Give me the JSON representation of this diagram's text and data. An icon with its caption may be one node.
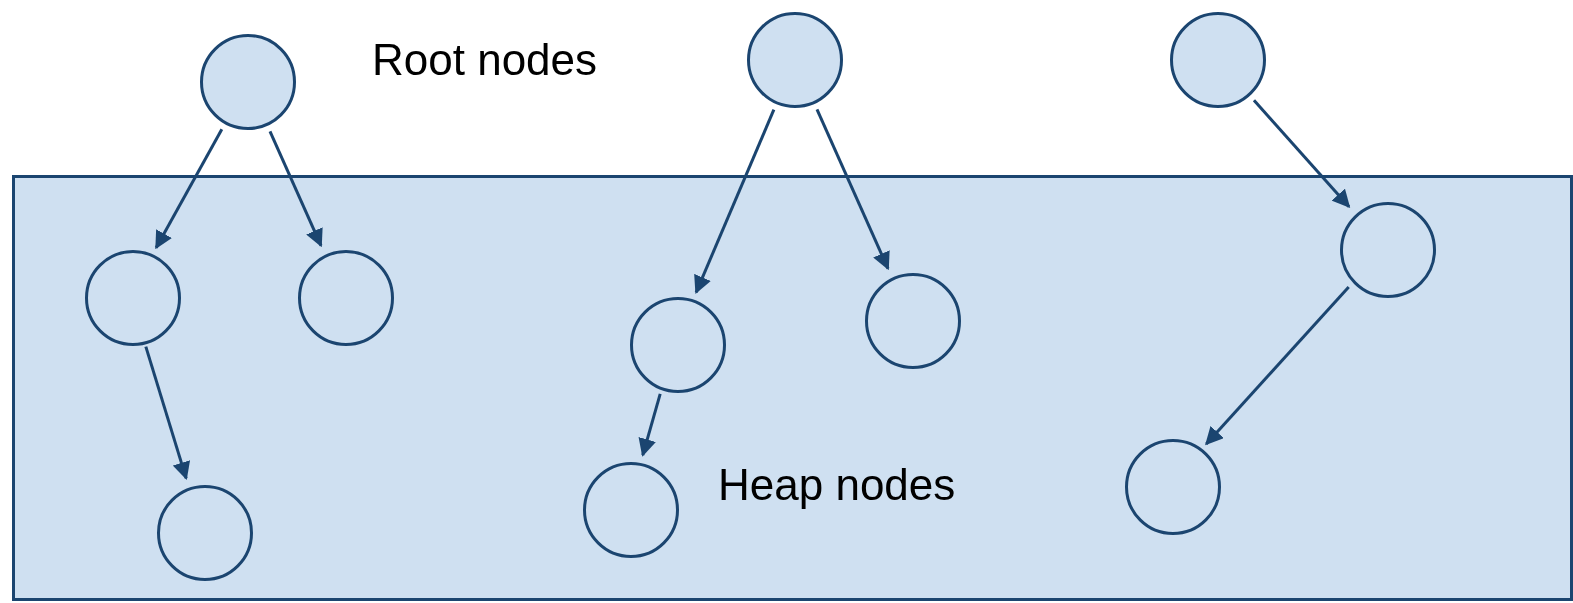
{
  "diagram": {
    "nodes": [
      {
        "text": [],
        "shape": "circle"
      },
      {
        "text": [],
        "shape": "circle"
      },
      {
        "text": [],
        "shape": "circle"
      },
      {
        "text": [
          "Heap nodes"
        ]
      },
      {
        "text": [],
        "shape": "circle",
        "in": 3
      },
      {
        "text": [],
        "shape": "circle",
        "in": 3
      },
      {
        "text": [],
        "shape": "circle",
        "in": 3
      },
      {
        "text": [],
        "shape": "circle",
        "in": 3
      },
      {
        "text": [],
        "shape": "circle",
        "in": 3
      },
      {
        "text": [],
        "shape": "circle",
        "in": 3
      },
      {
        "text": [],
        "shape": "circle",
        "in": 3
      },
      {
        "text": [],
        "shape": "circle",
        "in": 3
      }
    ],
    "edges": [
      {
        "from": 0,
        "to": 4,
        "arrow": "to"
      },
      {
        "from": 0,
        "to": 5,
        "arrow": "to"
      },
      {
        "from": 4,
        "to": 6,
        "arrow": "to"
      },
      {
        "from": 1,
        "to": 7,
        "arrow": "to"
      },
      {
        "from": 1,
        "to": 8,
        "arrow": "to"
      },
      {
        "from": 7,
        "to": 9,
        "arrow": "to"
      },
      {
        "from": 2,
        "to": 10,
        "arrow": "to"
      },
      {
        "from": 10,
        "to": 11,
        "arrow": "to"
      }
    ],
    "labels": [
      "Root nodes"
    ]
  }
}
